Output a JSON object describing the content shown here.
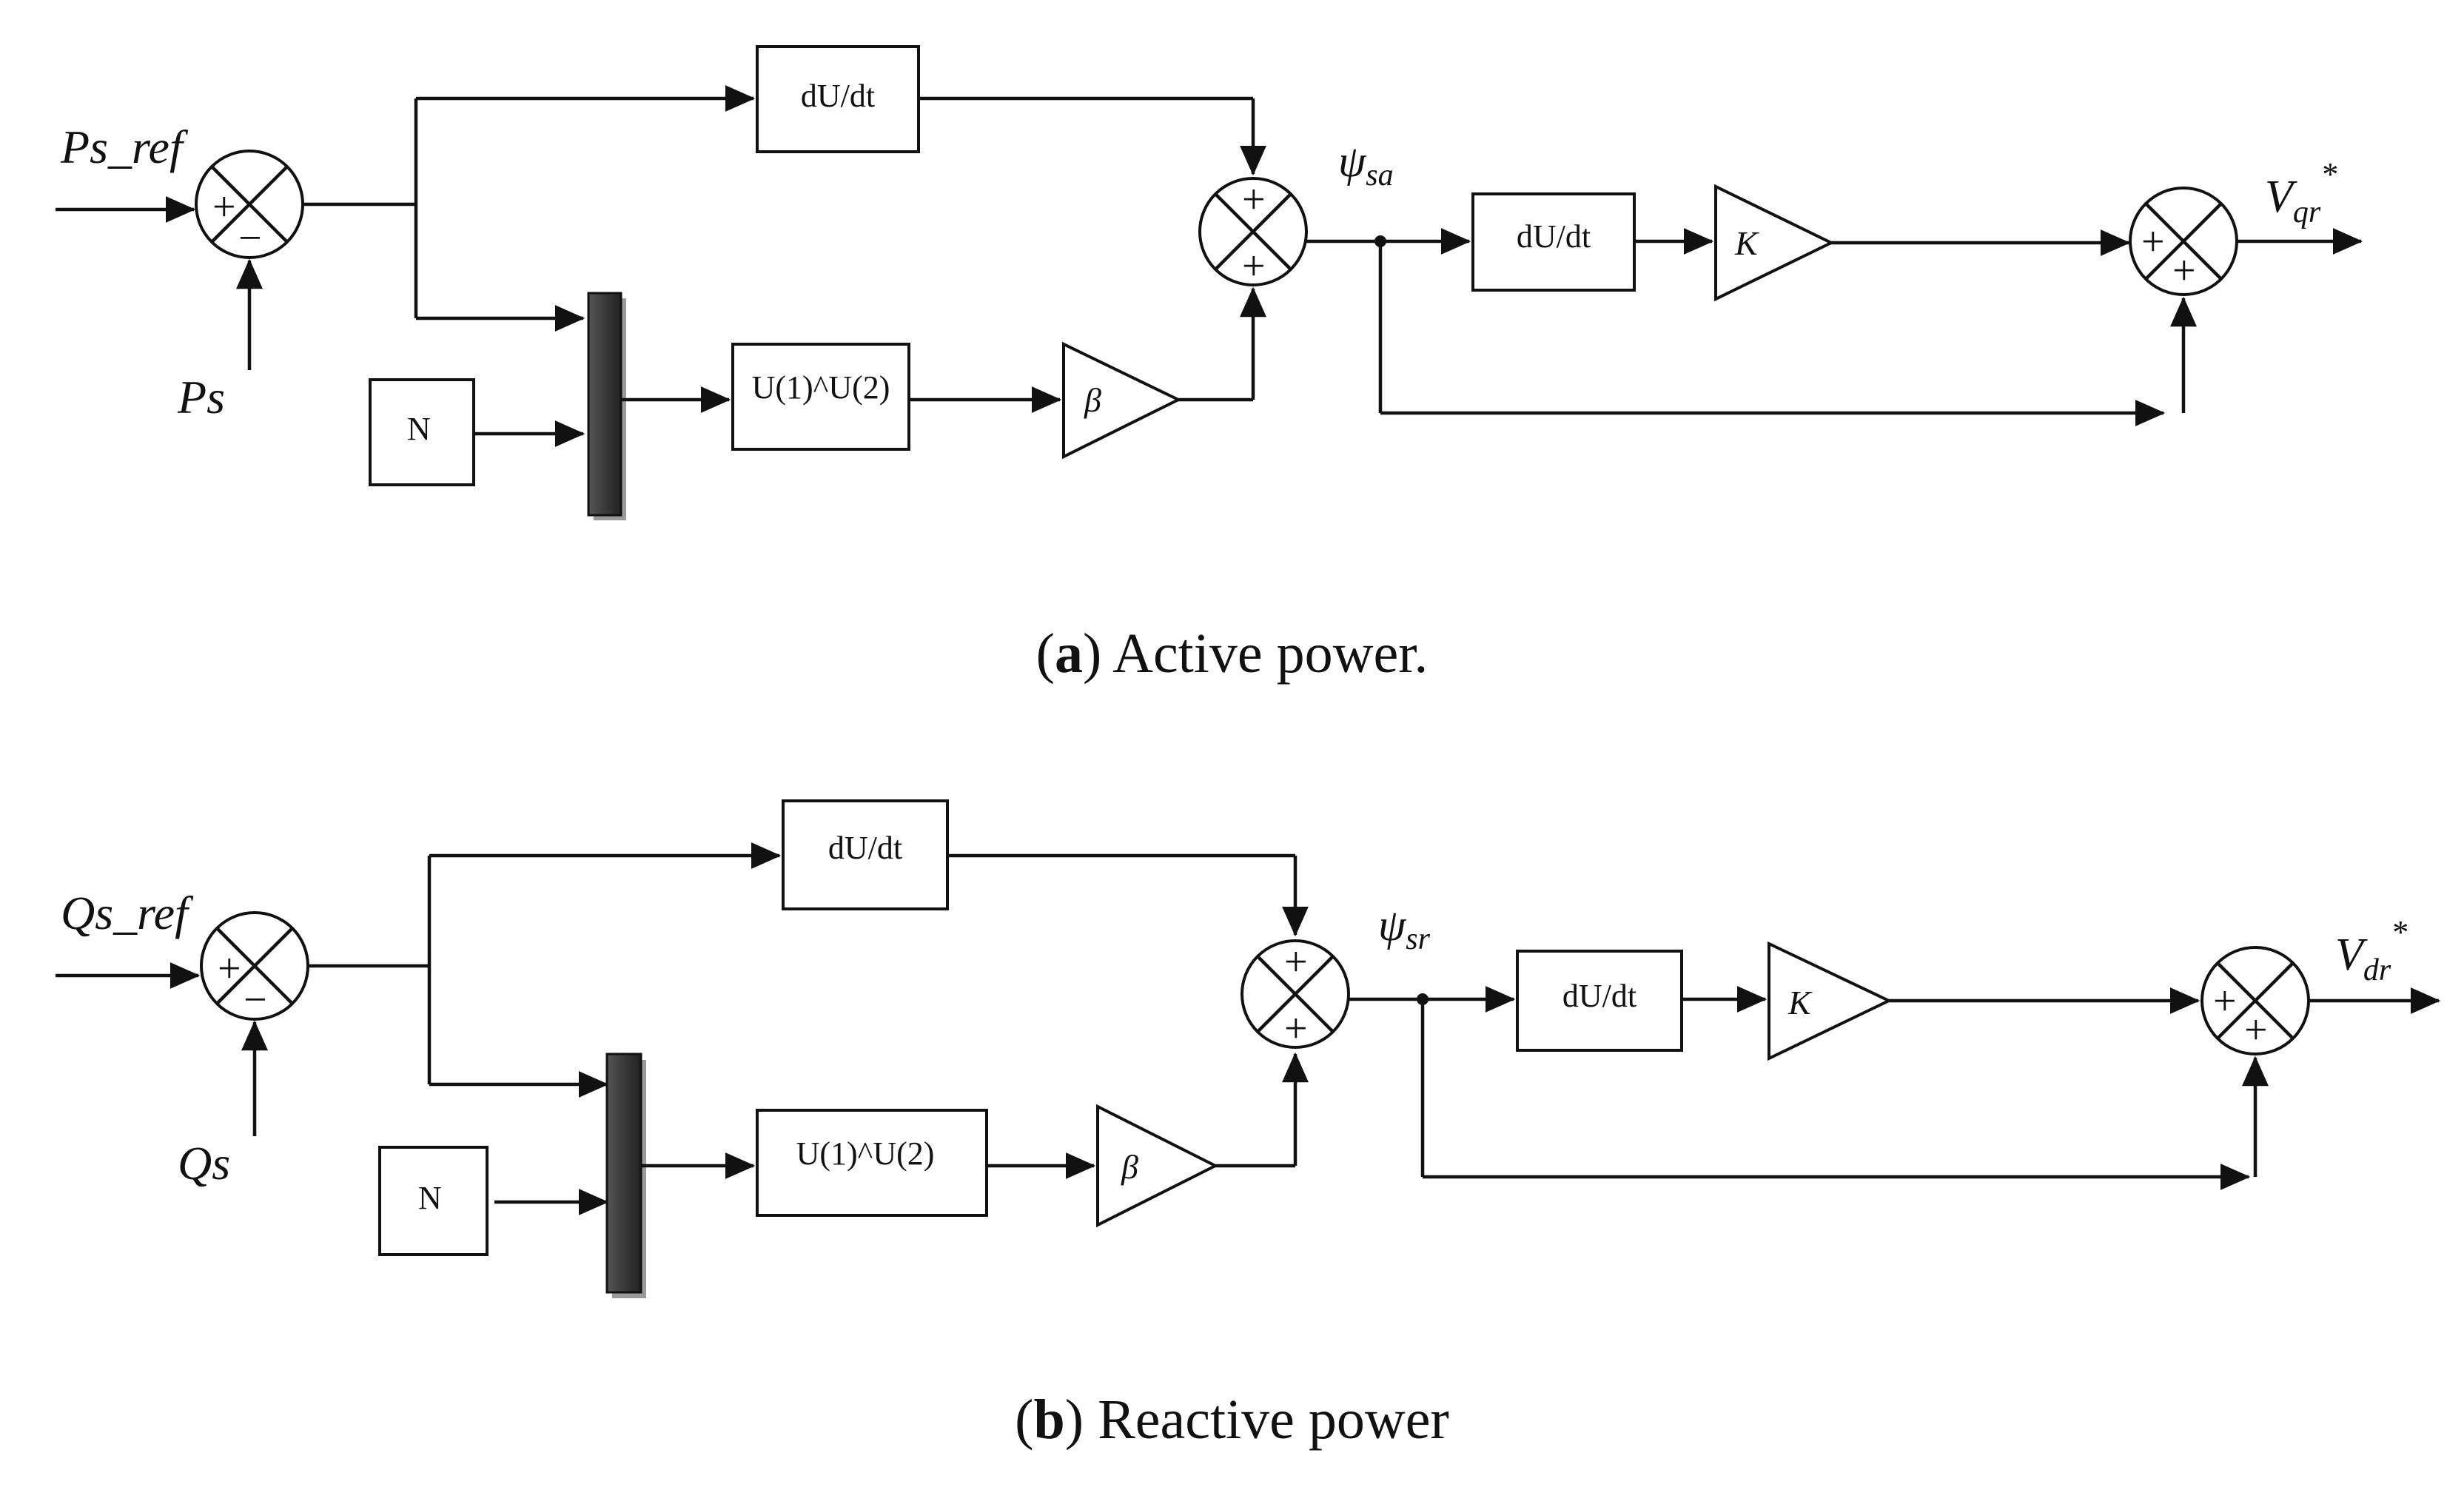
{
  "panels": [
    {
      "id": "a",
      "caption_letter": "a",
      "caption_text": "Active power.",
      "input_ref": "Ps_ref",
      "input_meas": "Ps",
      "const_label": "N",
      "deriv1_label": "dU/dt",
      "power_label": "U(1)^U(2)",
      "beta_label": "β",
      "psi_label": "ψ",
      "psi_sub": "sa",
      "deriv2_label": "dU/dt",
      "gain_label": "K",
      "output_main": "V",
      "output_sub": "qr",
      "output_sup": "*",
      "sum1_signs": [
        "+",
        "−"
      ],
      "sum2_signs": [
        "+",
        "+"
      ],
      "sum3_signs": [
        "+",
        "+"
      ]
    },
    {
      "id": "b",
      "caption_letter": "b",
      "caption_text": "Reactive power",
      "input_ref": "Qs_ref",
      "input_meas": "Qs",
      "const_label": "N",
      "deriv1_label": "dU/dt",
      "power_label": "U(1)^U(2)",
      "beta_label": "β",
      "psi_label": "ψ",
      "psi_sub": "sr",
      "deriv2_label": "dU/dt",
      "gain_label": "K",
      "output_main": "V",
      "output_sub": "dr",
      "output_sup": "*",
      "sum1_signs": [
        "+",
        "−"
      ],
      "sum2_signs": [
        "+",
        "+"
      ],
      "sum3_signs": [
        "+",
        "+"
      ]
    }
  ]
}
